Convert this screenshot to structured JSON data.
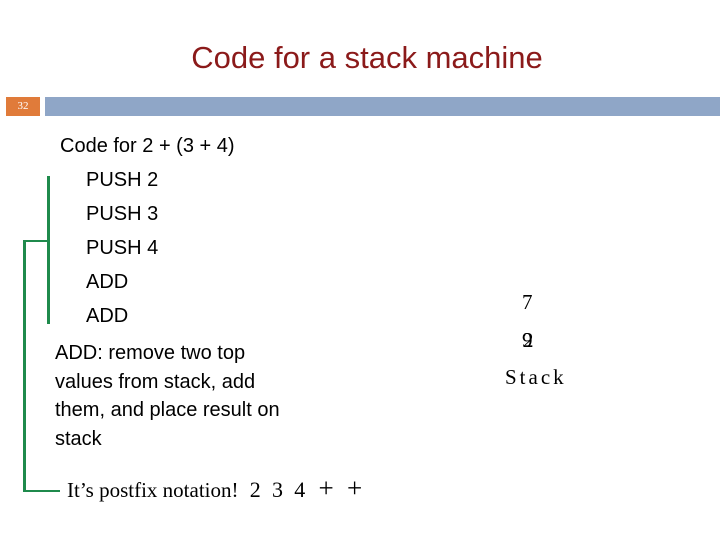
{
  "slide": {
    "title": "Code for a stack machine",
    "number": "32"
  },
  "content": {
    "heading": "Code for 2 + (3 + 4)",
    "instructions": [
      "PUSH 2",
      "PUSH 3",
      "PUSH 4",
      "ADD",
      "ADD"
    ],
    "add_description": [
      "ADD: remove two top",
      "values from stack, add",
      "them, and place result on",
      "stack"
    ],
    "postfix_label": "It’s postfix notation!",
    "postfix_tokens": [
      "2",
      "3",
      "4",
      "+",
      "+"
    ]
  },
  "stack": {
    "top_value": "7",
    "bottom_values": [
      "9",
      "2"
    ],
    "label": "Stack"
  },
  "colors": {
    "title": "#8b1a1a",
    "accent_bar": "#e07b3a",
    "header_bar": "#8fa6c7",
    "bracket": "#1f8a4c"
  }
}
